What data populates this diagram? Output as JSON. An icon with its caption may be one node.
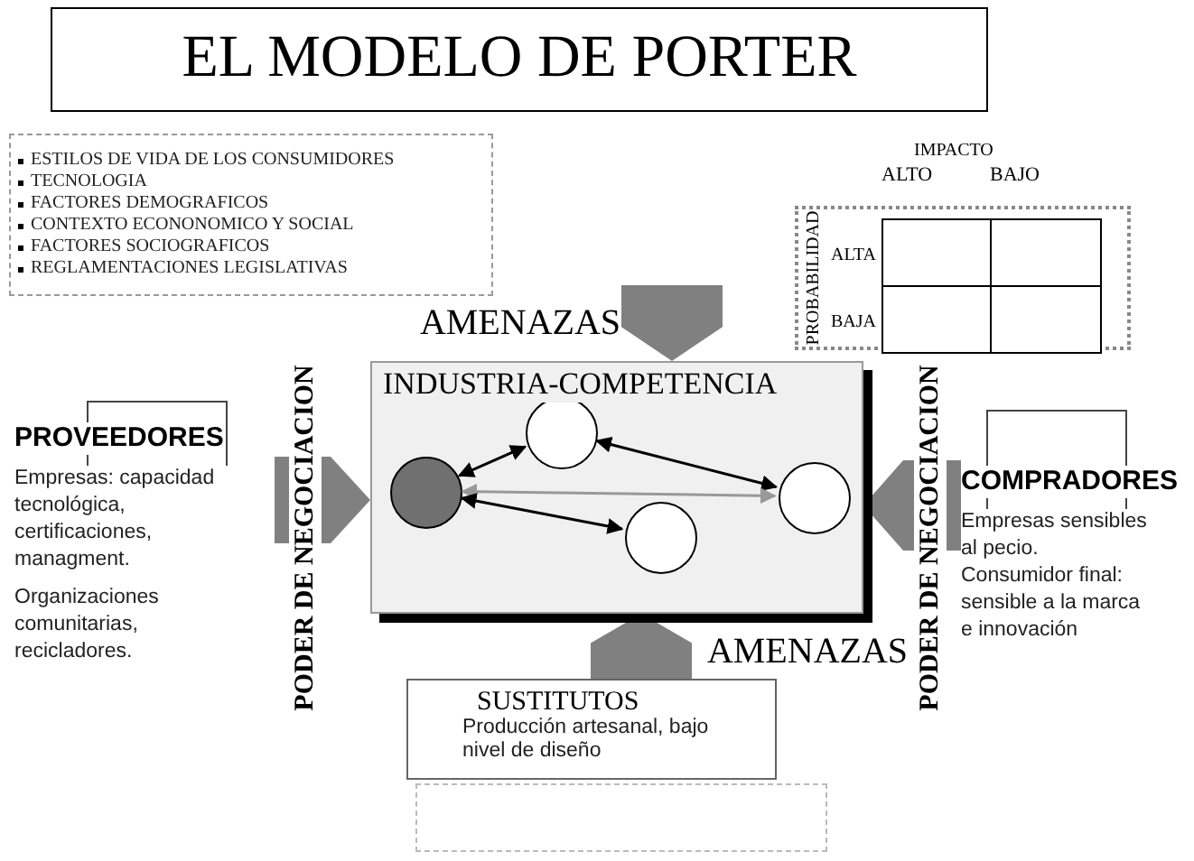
{
  "diagram": {
    "title": "EL MODELO DE PORTER",
    "nodes": [
      {
        "text": [
          "ESTILOS DE VIDA DE LOS CONSUMIDORES",
          "TECNOLOGIA",
          "FACTORES DEMOGRAFICOS",
          "CONTEXTO ECONONOMICO Y SOCIAL",
          "FACTORES SOCIOGRAFICOS",
          "REGLAMENTACIONES LEGISLATIVAS"
        ]
      },
      {
        "text": [
          "IMPACTO",
          "ALTO",
          "BAJO",
          "PROBABILIDAD",
          "ALTA",
          "BAJA"
        ]
      },
      {
        "text": [
          "INDUSTRIA-COMPETENCIA"
        ]
      },
      {
        "text": [],
        "shape": "circle",
        "in": 2
      },
      {
        "text": [],
        "shape": "circle",
        "in": 2
      },
      {
        "text": [],
        "shape": "circle",
        "in": 2
      },
      {
        "text": [],
        "shape": "circle",
        "in": 2
      },
      {
        "text": [
          "PROVEEDORES",
          "Empresas: capacidad tecnológica, certificaciones, managment.",
          "Organizaciones comunitarias, recicladores."
        ]
      },
      {
        "text": [
          "COMPRADORES",
          "Empresas sensibles al pecio. Consumidor final: sensible a la marca e innovación"
        ]
      },
      {
        "text": [
          "SUSTITUTOS",
          "Producción artesanal, bajo nivel de diseño"
        ]
      },
      {
        "text": [],
        "shape": "box"
      }
    ],
    "edges": [
      {
        "from": null,
        "to": 2,
        "arrow": "to",
        "label": "AMENAZAS",
        "style": "thick",
        "color": "#808080"
      },
      {
        "from": 7,
        "to": 2,
        "arrow": "to",
        "label": "PODER DE NEGOCIACION",
        "style": "thick",
        "color": "#808080"
      },
      {
        "from": 8,
        "to": 2,
        "arrow": "to",
        "label": "PODER DE NEGOCIACION",
        "style": "thick",
        "color": "#808080"
      },
      {
        "from": 9,
        "to": 2,
        "arrow": "to",
        "label": "AMENAZAS",
        "style": "thick",
        "color": "#808080"
      },
      {
        "from": 4,
        "to": 3,
        "arrow": "both"
      },
      {
        "from": 4,
        "to": 5,
        "arrow": "both"
      },
      {
        "from": 3,
        "to": 5,
        "arrow": "both",
        "color": "#999999"
      },
      {
        "from": 3,
        "to": 6,
        "arrow": "both"
      }
    ]
  }
}
